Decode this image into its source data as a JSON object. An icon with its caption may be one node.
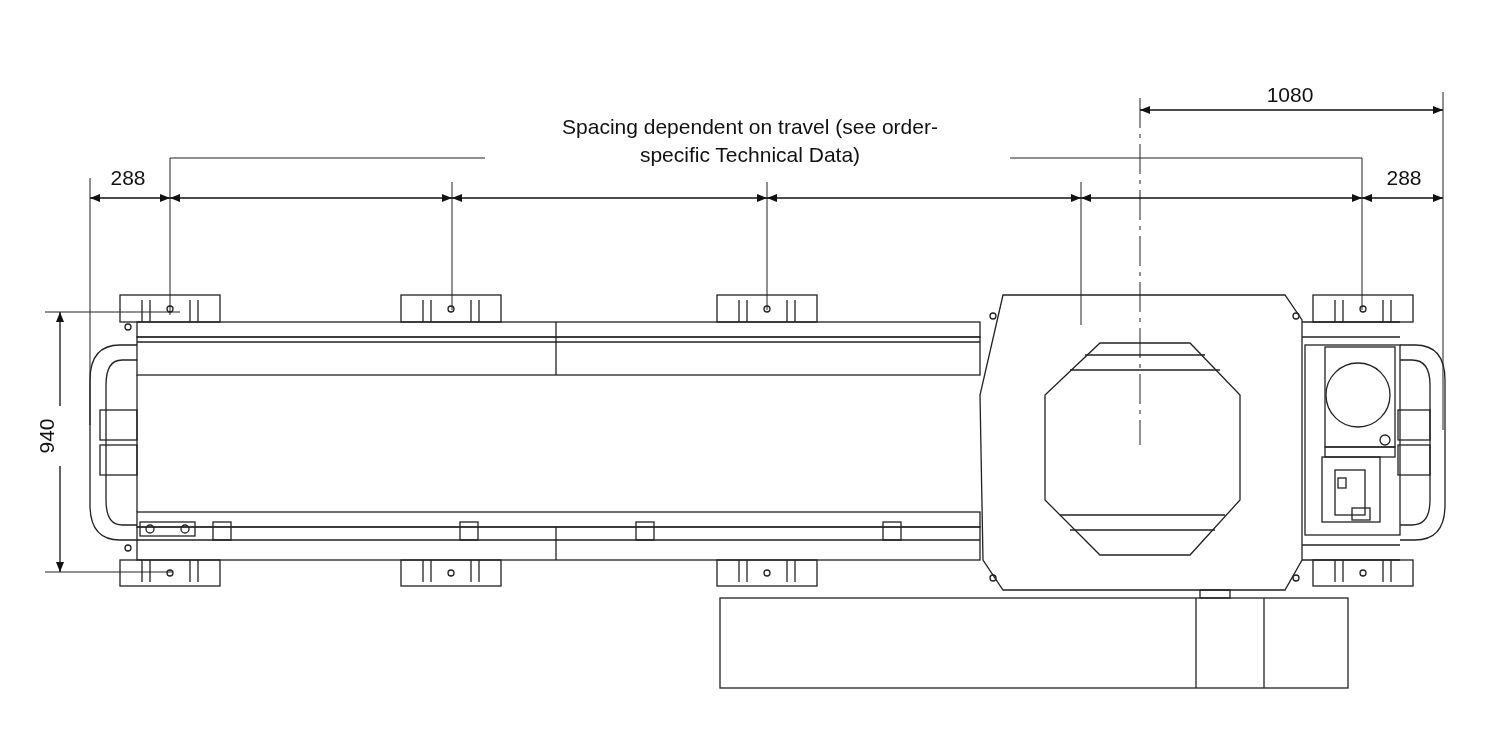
{
  "diagram": {
    "labels": [
      "1080",
      "Spacing dependent on travel (see order-specific Technical Data)",
      "288",
      "288",
      "940"
    ]
  }
}
